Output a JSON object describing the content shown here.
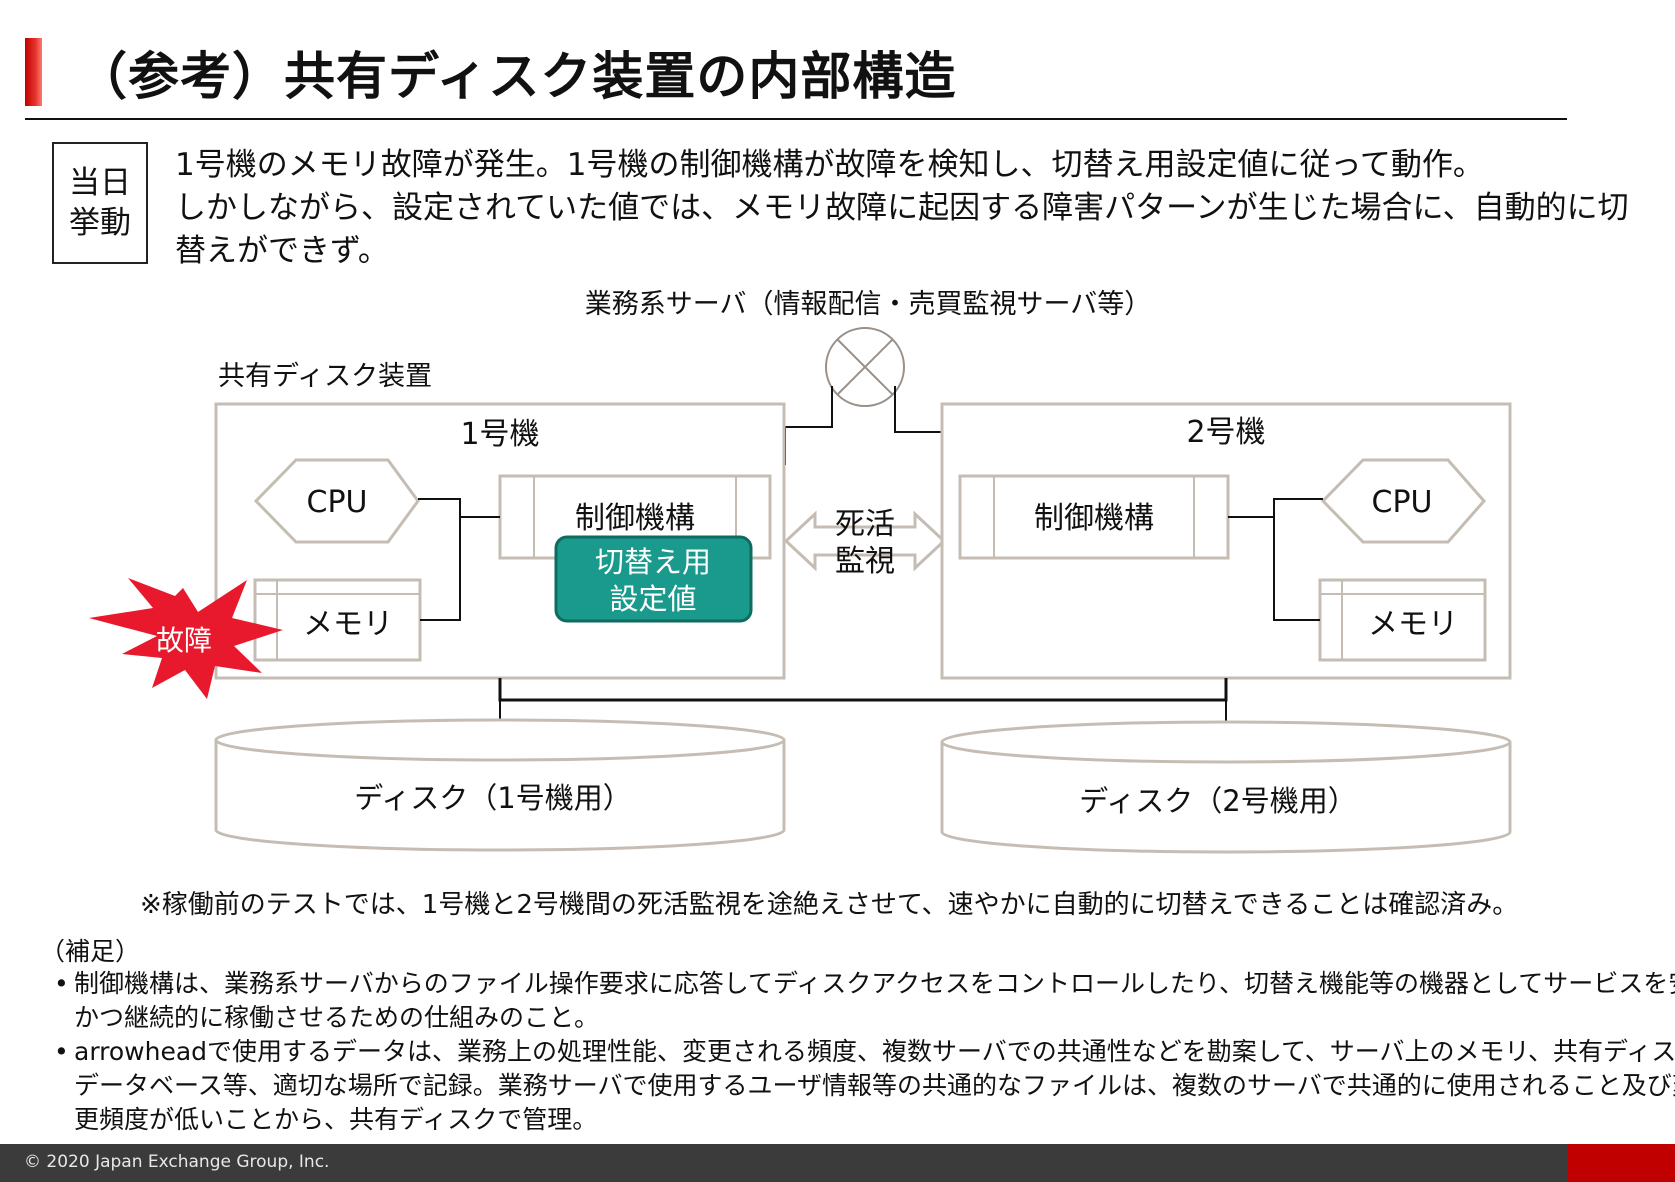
{
  "title": "（参考）共有ディスク装置の内部構造",
  "label_box": {
    "line1": "当日",
    "line2": "挙動"
  },
  "intro": {
    "line1": "1号機のメモリ故障が発生。1号機の制御機構が故障を検知し、切替え用設定値に従って動作。",
    "line2": "しかしながら、設定されていた値では、メモリ故障に起因する障害パターンが生じた場合に、自動的に切",
    "line3": "替えができず。"
  },
  "diagram": {
    "server_label": "業務系サーバ（情報配信・売買監視サーバ等）",
    "device_label": "共有ディスク装置",
    "unit1": {
      "name": "1号機",
      "cpu": "CPU",
      "control": "制御機構",
      "memory": "メモリ"
    },
    "unit2": {
      "name": "2号機",
      "cpu": "CPU",
      "control": "制御機構",
      "memory": "メモリ"
    },
    "setting": {
      "line1": "切替え用",
      "line2": "設定値"
    },
    "failure": "故障",
    "heartbeat": {
      "line1": "死活",
      "line2": "監視"
    },
    "disk1": "ディスク（1号機用）",
    "disk2": "ディスク（2号機用）"
  },
  "note": "※稼働前のテストでは、1号機と2号機間の死活監視を途絶えさせて、速やかに自動的に切替えできることは確認済み。",
  "supplement": {
    "heading": "（補足）",
    "bullet_symbol": "•",
    "bullet1": {
      "line1": "制御機構は、業務系サーバからのファイル操作要求に応答してディスクアクセスをコントロールしたり、切替え機能等の機器としてサービスを安定的",
      "line2": "かつ継続的に稼働させるための仕組みのこと。"
    },
    "bullet2": {
      "line1": "arrowheadで使用するデータは、業務上の処理性能、変更される頻度、複数サーバでの共通性などを勘案して、サーバ上のメモリ、共有ディスク、",
      "line2": "データベース等、適切な場所で記録。業務サーバで使用するユーザ情報等の共通的なファイルは、複数のサーバで共通的に使用されること及び変",
      "line3": "更頻度が低いことから、共有ディスクで管理。"
    }
  },
  "footer": {
    "copyright": "© 2020 Japan Exchange Group, Inc."
  },
  "colors": {
    "accent_red": "#c00000",
    "setting_teal": "#1a9a8c",
    "failure_red": "#e8192c",
    "footer_gray": "#3b3b3b",
    "box_border": "#c5bdb4"
  }
}
